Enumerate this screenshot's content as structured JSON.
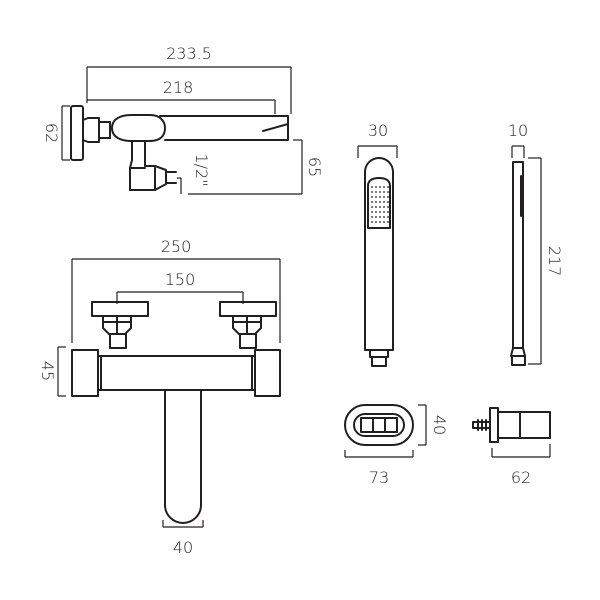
{
  "dimensions": {
    "top_overall_length": "233.5",
    "top_spout_length": "218",
    "top_backplate_height": "62",
    "top_drop": "65",
    "top_connection": "1/2\"",
    "front_width": "250",
    "front_centres": "150",
    "front_body_height": "45",
    "front_spout_width": "40",
    "handset_width": "30",
    "handset_depth": "10",
    "handset_length": "217",
    "bracket_width": "73",
    "bracket_height": "40",
    "bracket_projection": "62"
  }
}
